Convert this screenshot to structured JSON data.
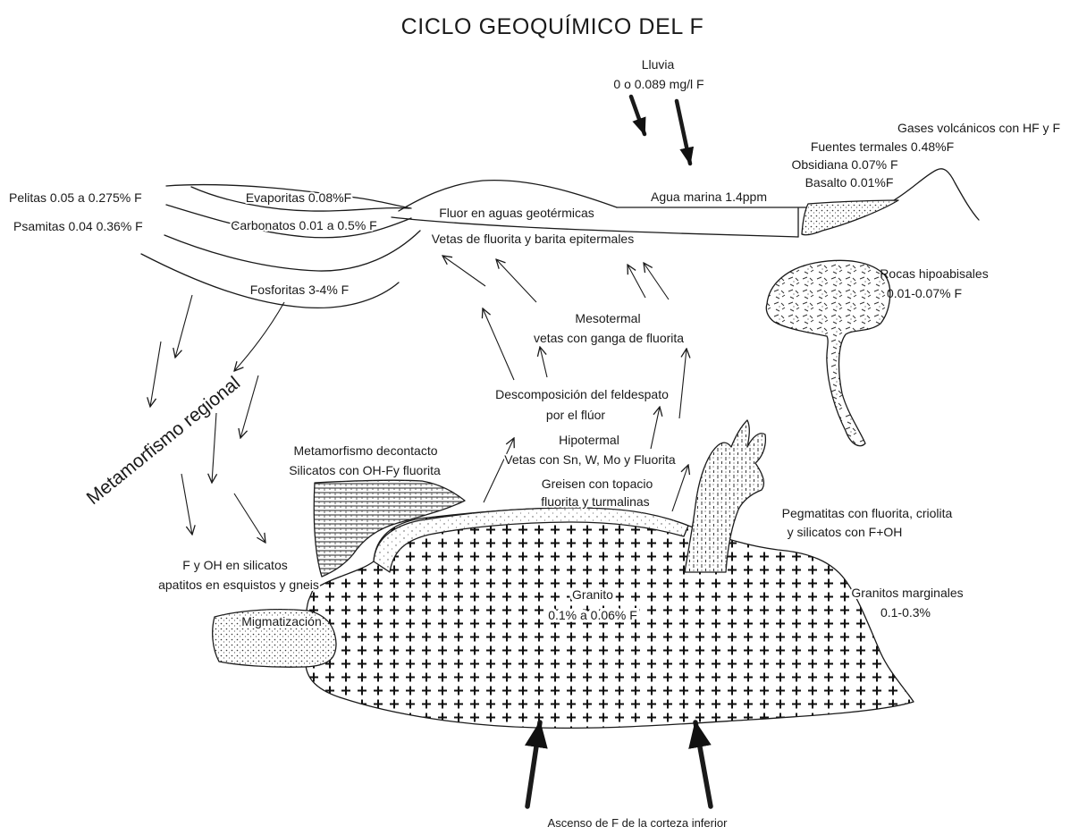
{
  "title": "CICLO GEOQUÍMICO DEL F",
  "colors": {
    "ink": "#1a1a1a",
    "background": "#ffffff"
  },
  "surface": {
    "rain_label": "Lluvia",
    "rain_value": "0 o 0.089 mg/l F",
    "sea_water": "Agua marina 1.4ppm",
    "geothermal_waters": "Fluor en aguas geotérmicas",
    "epithermal_veins": "Vetas de fluorita y barita epitermales"
  },
  "volcanic": {
    "gases": "Gases volcánicos con HF y F",
    "hot_springs": "Fuentes termales 0.48%F",
    "obsidian": "Obsidiana 0.07% F",
    "basalt": "Basalto 0.01%F"
  },
  "sediments": {
    "pelites": "Pelitas 0.05 a 0.275% F",
    "evaporites": "Evaporitas 0.08%F",
    "psammites": "Psamitas 0.04 0.36% F",
    "carbonates": "Carbonatos 0.01 a 0.5% F",
    "phosphorites": "Fosforitas 3-4% F"
  },
  "metamorphism": {
    "regional": "Metamorfismo regional",
    "regional_products": [
      "F y OH en silicatos",
      "apatitos en esquistos y gneis"
    ],
    "contact": [
      "Metamorfismo decontacto",
      "Silicatos con OH-Fy fluorita"
    ],
    "migmatization": "Migmatización"
  },
  "hydrothermal": {
    "mesothermal": [
      "Mesotermal",
      "vetas con ganga de fluorita"
    ],
    "feldspar_decomposition": [
      "Descomposición del feldespato",
      "por el flúor"
    ],
    "hypothermal": [
      "Hipotermal",
      "Vetas con Sn, W, Mo y Fluorita"
    ],
    "greisen": [
      "Greisen con topacio",
      "fluorita y turmalinas"
    ]
  },
  "intrusives": {
    "granite": [
      "Granito",
      "0.1% a 0.06% F"
    ],
    "marginal_granites": [
      "Granitos marginales",
      "0.1-0.3%"
    ],
    "pegmatites": [
      "Pegmatitas con fluorita, criolita",
      "y silicatos con F+OH"
    ],
    "hypabyssal": [
      "Rocas hipoabisales",
      "0.01-0.07% F"
    ]
  },
  "crust_ascent": "Ascenso de F de la corteza inferior"
}
